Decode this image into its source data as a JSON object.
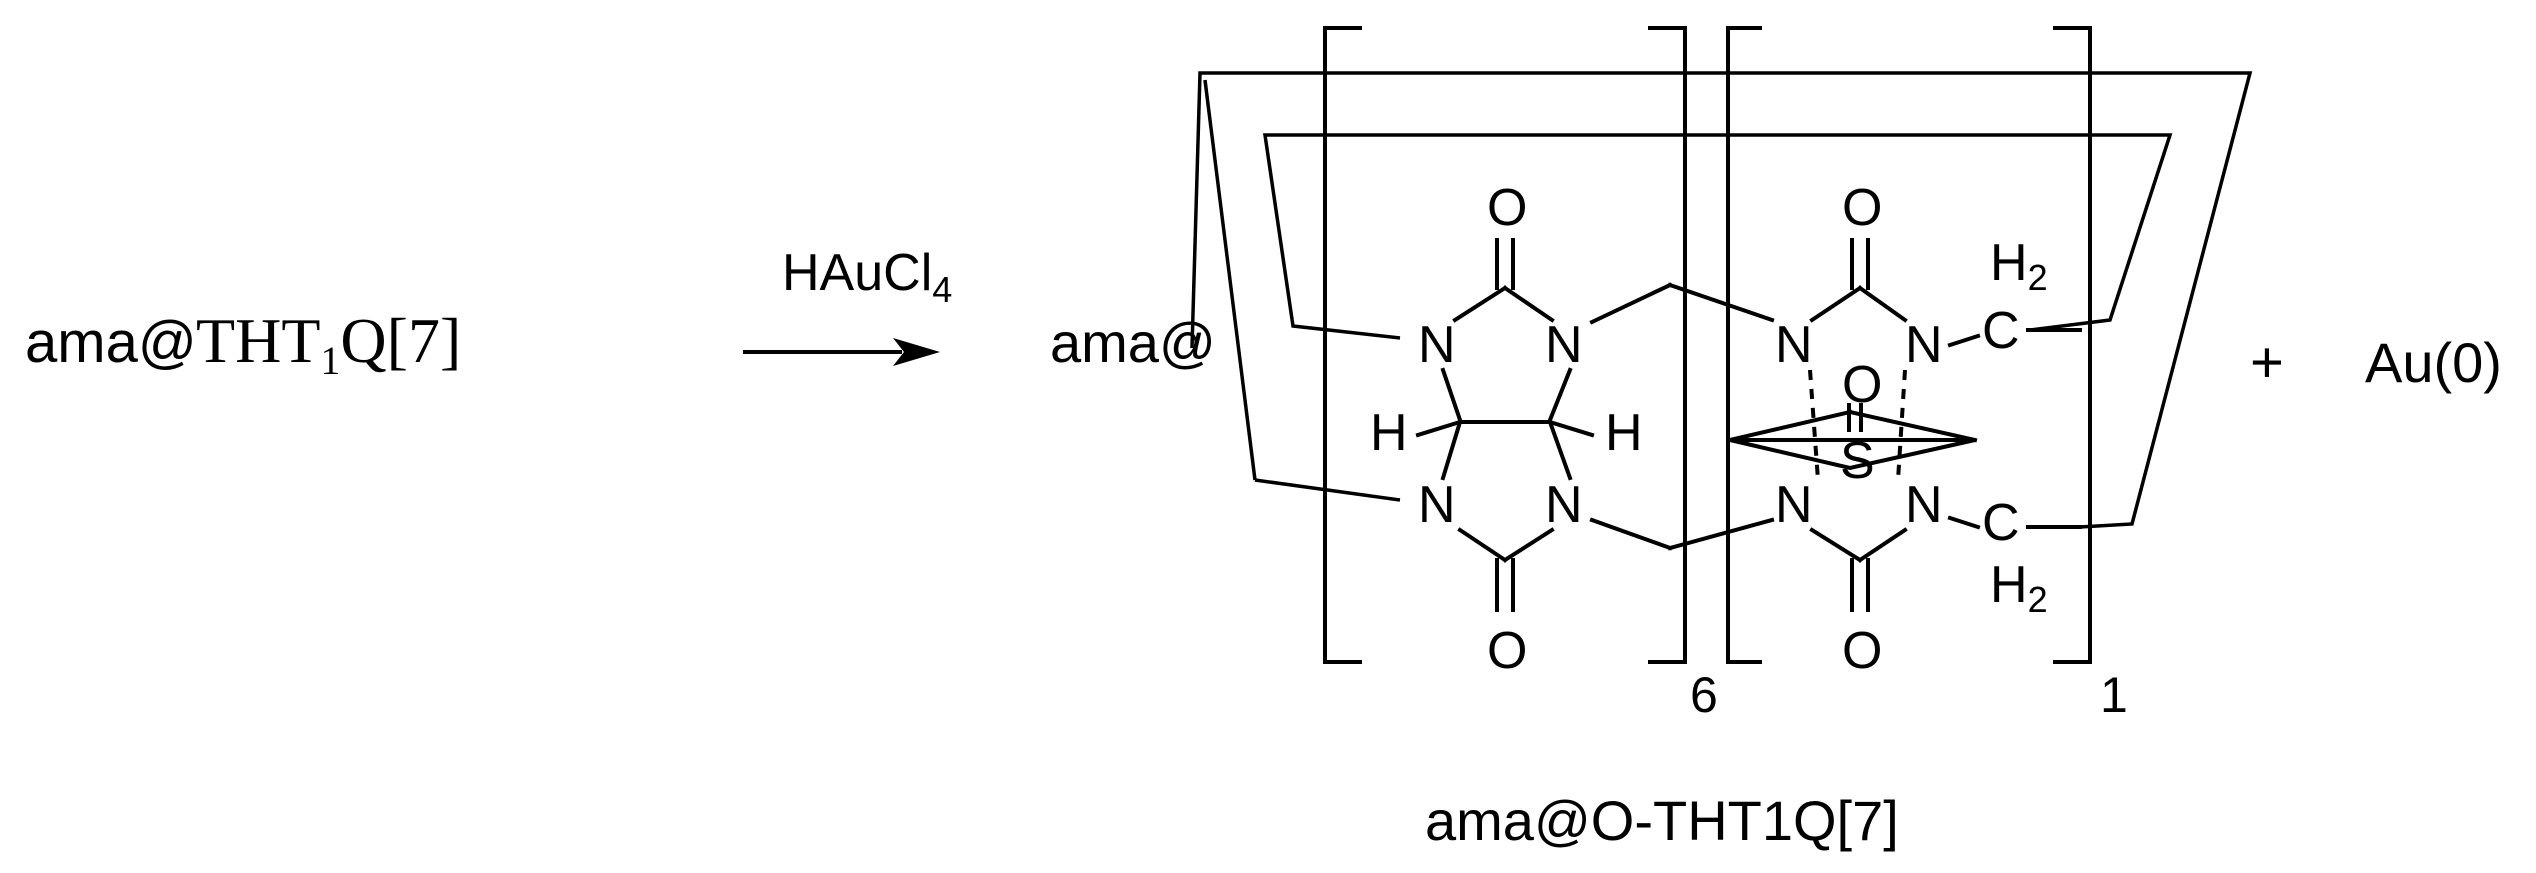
{
  "reactant": {
    "prefix": "ama@",
    "name_main": "THT",
    "name_sub": "1",
    "name_tail": "Q[7]"
  },
  "arrow": {
    "reagent_main": "HAuCl",
    "reagent_sub": "4"
  },
  "product": {
    "prefix": "ama@",
    "atoms": {
      "N": "N",
      "O": "O",
      "H": "H",
      "C": "C",
      "S": "S",
      "H2_main": "H",
      "H2_sub": "2"
    },
    "repeat_a": "6",
    "repeat_b": "1",
    "caption": "ama@O-THT1Q[7]"
  },
  "plus": "+",
  "byproduct": "Au(0)"
}
